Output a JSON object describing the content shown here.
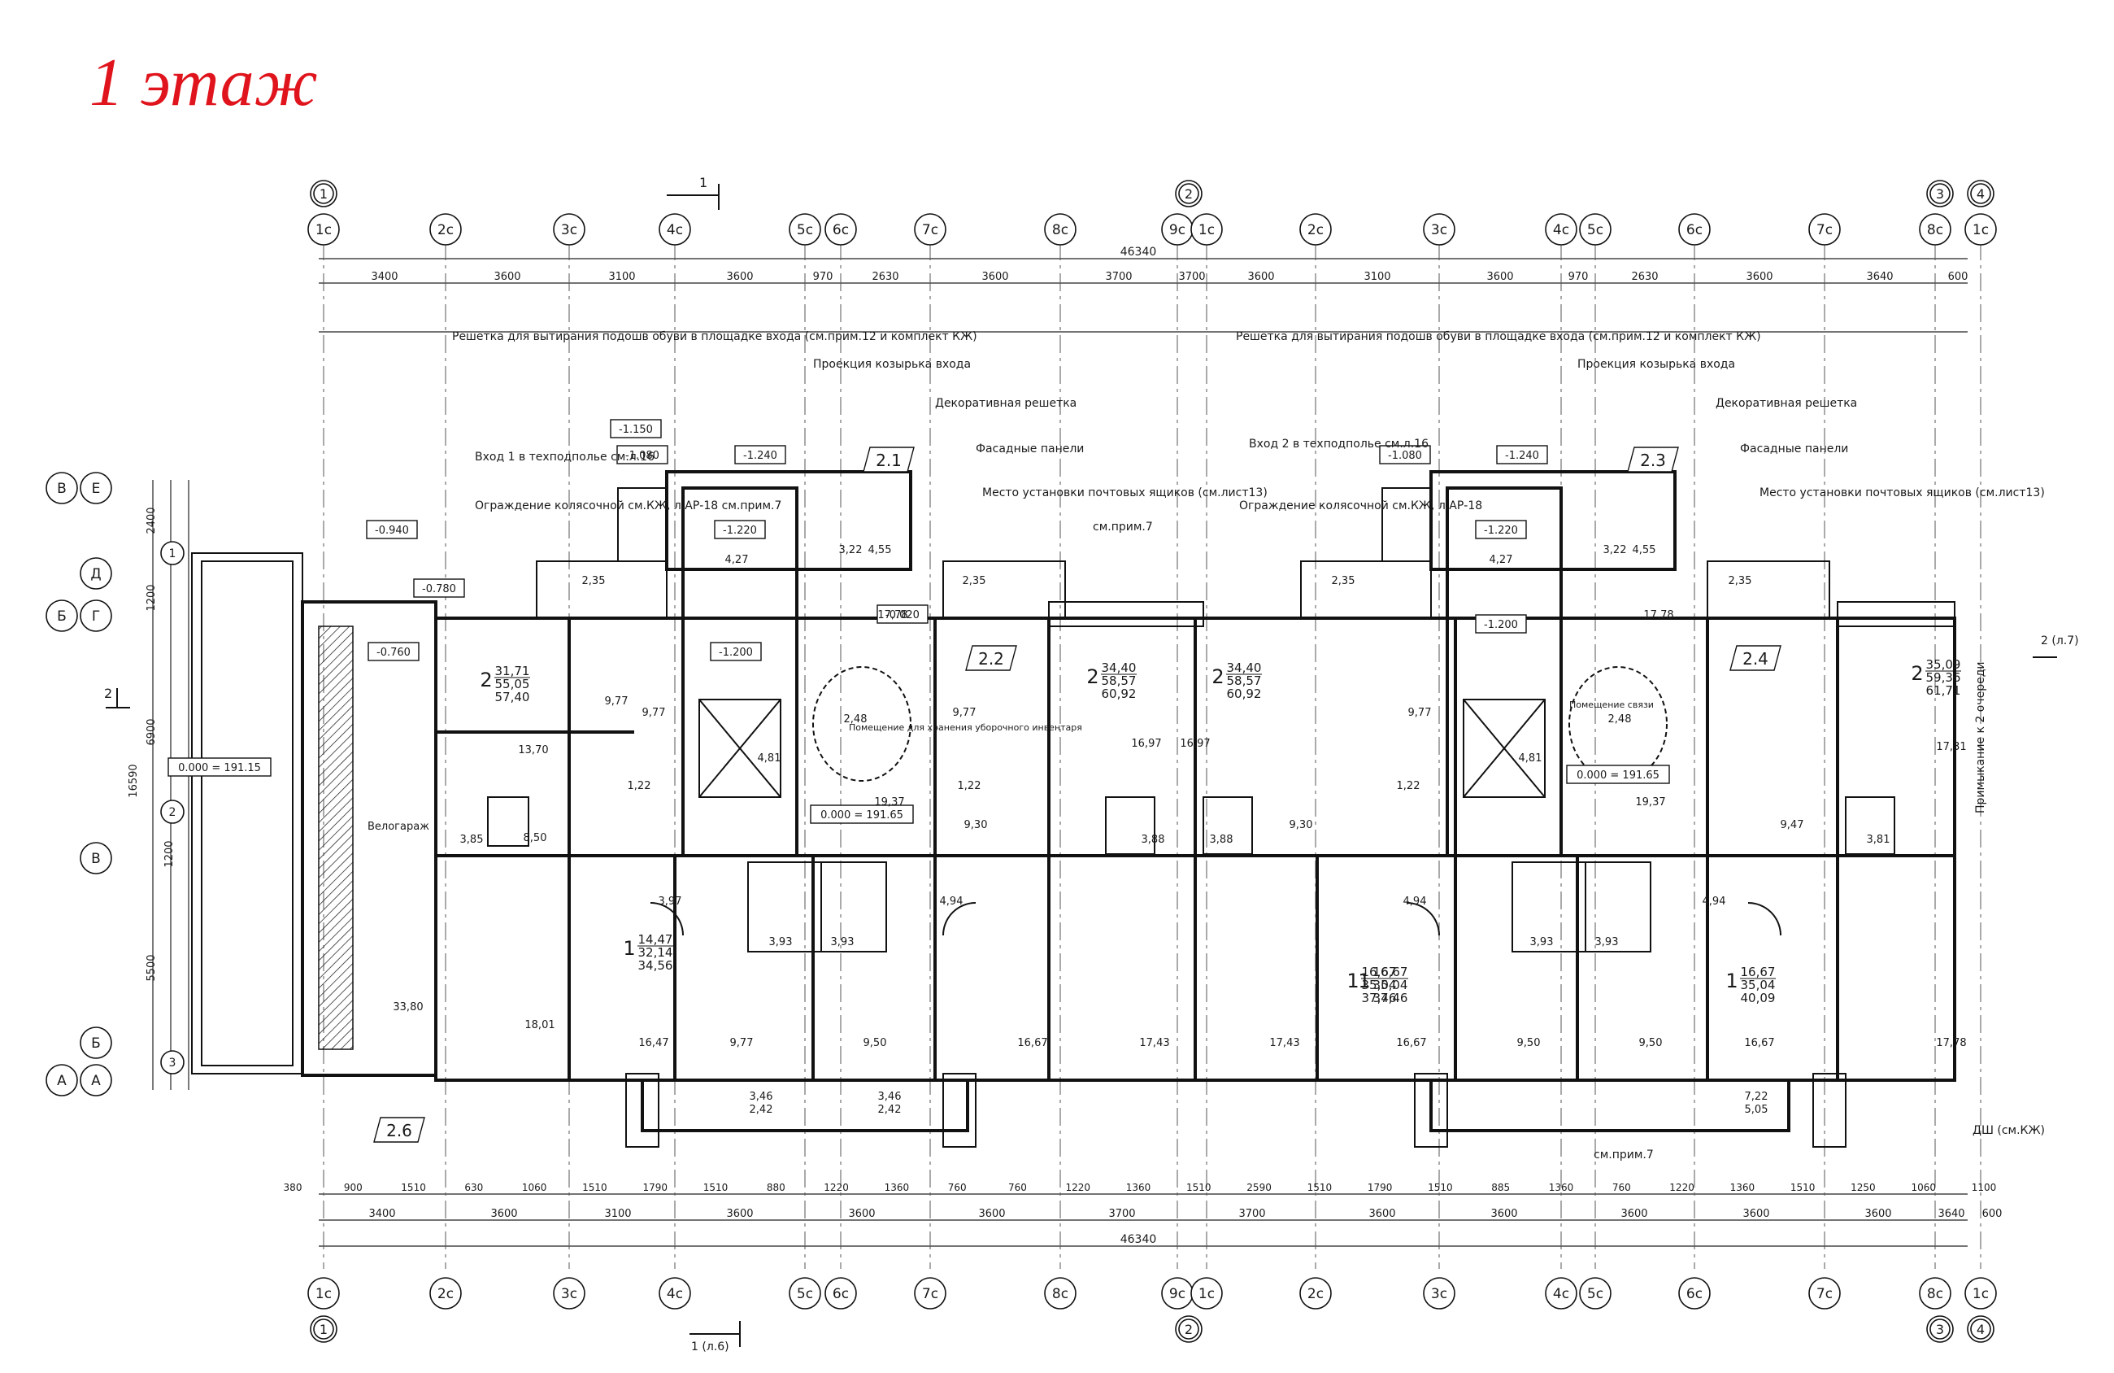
{
  "title": "1 этаж",
  "axes": {
    "top_main": [
      "1c",
      "2c",
      "3c",
      "4c",
      "5c",
      "6c",
      "7c",
      "8c",
      "9c",
      "1c",
      "2c",
      "3c",
      "4c",
      "5c",
      "6c",
      "7c",
      "8c",
      "1c"
    ],
    "top_section": [
      "1",
      "2",
      "3",
      "4"
    ],
    "left": [
      "В",
      "Е",
      "Д",
      "Б",
      "Г",
      "В",
      "Б",
      "А",
      "А"
    ],
    "inner_numbers": [
      "1",
      "2",
      "3"
    ]
  },
  "dimensions": {
    "overall": "46340",
    "bay_top": [
      "3400",
      "3600",
      "3100",
      "3600",
      "970",
      "2630",
      "3600",
      "3700",
      "3700",
      "3600",
      "3100",
      "3600",
      "970",
      "2630",
      "3600",
      "3640",
      "600"
    ],
    "bay_bottom": [
      "3400",
      "3600",
      "3100",
      "3600",
      "3600",
      "3600",
      "3700",
      "3700",
      "3600",
      "3600",
      "3600",
      "3600",
      "3600",
      "3640",
      "600"
    ],
    "left_vertical": [
      "2400",
      "1200",
      "16590",
      "6900",
      "5500",
      "1200"
    ],
    "bottom_detail": [
      "380",
      "900",
      "1510",
      "630",
      "1060",
      "1510",
      "1790",
      "1510",
      "880",
      "1220",
      "1360",
      "760",
      "760",
      "1220",
      "1360",
      "1510",
      "2590",
      "1510",
      "1790",
      "1510",
      "885",
      "1360",
      "760",
      "1220",
      "1360",
      "1510",
      "1250",
      "1060",
      "1100"
    ]
  },
  "levels": [
    "-1.150",
    "-1.080",
    "-1.240",
    "-0.940",
    "-0.780",
    "-0.760",
    "-1.220",
    "-1.200",
    "-0.020",
    "0.000 = 191.65",
    "-1.080",
    "-1.240",
    "-1.220",
    "-1.200",
    "0.000 = 191.65",
    "0.000 = 191.15"
  ],
  "notes": {
    "grate_1": "Решетка для вытирания подошв обуви в площадке входа (см.прим.12 и комплект КЖ)",
    "grate_2": "Решетка для вытирания подошв обуви в площадке входа (см.прим.12 и комплект КЖ)",
    "canopy_1": "Проекция козырька входа",
    "canopy_2": "Проекция козырька входа",
    "deco_1": "Декоративная решетка",
    "deco_2": "Декоративная решетка",
    "facade_1": "Фасадные панели",
    "facade_2": "Фасадные панели",
    "entry_1": "Вход 1 в техподполье см.л.16",
    "entry_2": "Вход 2 в техподполье см.л.16",
    "stroller_1": "Ограждение колясочной см.КЖ, л.АР-18 см.прим.7",
    "stroller_2": "Ограждение колясочной см.КЖ, л.АР-18",
    "mailbox_1": "Место установки почтовых ящиков (см.лист13)",
    "mailbox_2": "Место установки почтовых ящиков (см.лист13)",
    "see_note_1": "см.прим.7",
    "see_note_2": "см.прим.7",
    "bike": "Велогараж",
    "storage": "Помещение для хранения уборочного инвентаря",
    "comms": "Помещение связи",
    "abut": "Примыкание к 2 очереди",
    "dsh": "ДШ (см.КЖ)",
    "sheet_ref_right": "2 (л.7)",
    "sheet_ref_bottom": "1 (л.6)",
    "section_top": "1",
    "section_left": "2"
  },
  "callouts": [
    "2.1",
    "2.2",
    "2.3",
    "2.4",
    "2.6"
  ],
  "apartments": [
    {
      "rooms": "2",
      "area": "31,71",
      "living": "55,05",
      "total": "57,40"
    },
    {
      "rooms": "2",
      "area": "34,40",
      "living": "58,57",
      "total": "60,92"
    },
    {
      "rooms": "2",
      "area": "34,40",
      "living": "58,57",
      "total": "60,92"
    },
    {
      "rooms": "2",
      "area": "35,09",
      "living": "59,36",
      "total": "61,71"
    },
    {
      "rooms": "1",
      "area": "14,47",
      "living": "32,14",
      "total": "34,56"
    },
    {
      "rooms": "1",
      "area": "16,67",
      "living": "35,04",
      "total": "37,46"
    },
    {
      "rooms": "1",
      "area": "16,67",
      "living": "35,04",
      "total": "37,46"
    },
    {
      "rooms": "1",
      "area": "16,67",
      "living": "35,04",
      "total": "40,09"
    }
  ],
  "room_areas": [
    "9,77",
    "13,70",
    "8,50",
    "3,85",
    "18,01",
    "16,47",
    "9,77",
    "9,50",
    "16,67",
    "17,43",
    "17,43",
    "16,67",
    "9,50",
    "9,50",
    "16,67",
    "17,78",
    "17,31",
    "16,97",
    "16,97",
    "9,30",
    "9,30",
    "9,47",
    "3,88",
    "3,88",
    "3,81",
    "4,27",
    "3,22",
    "4,55",
    "4,27",
    "3,22",
    "4,55",
    "2,35",
    "2,35",
    "2,35",
    "2,35",
    "4,81",
    "4,81",
    "2,48",
    "2,48",
    "17,78",
    "17,78",
    "19,37",
    "19,37",
    "1,22",
    "1,22",
    "1,22",
    "3,97",
    "3,93",
    "3,93",
    "3,93",
    "3,93",
    "4,94",
    "4,94",
    "4,94",
    "3,46",
    "3,46",
    "2,42",
    "2,42",
    "7,22",
    "5,05",
    "33,80",
    "9,77",
    "9,77",
    "9,77"
  ]
}
